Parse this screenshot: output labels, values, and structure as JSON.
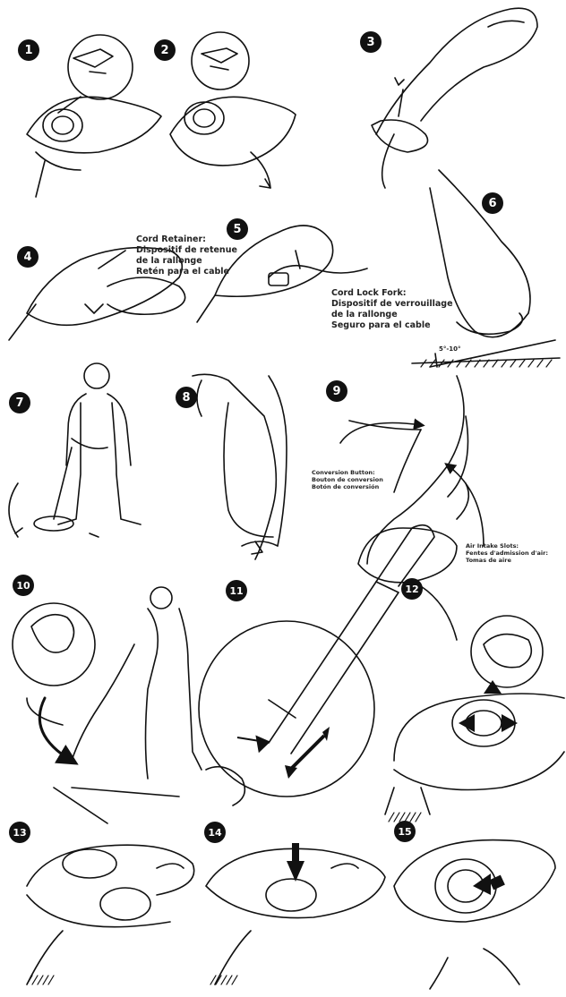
{
  "steps": [
    {
      "number": "1"
    },
    {
      "number": "2"
    },
    {
      "number": "3"
    },
    {
      "number": "4"
    },
    {
      "number": "5"
    },
    {
      "number": "6"
    },
    {
      "number": "7"
    },
    {
      "number": "8"
    },
    {
      "number": "9"
    },
    {
      "number": "10"
    },
    {
      "number": "11"
    },
    {
      "number": "12"
    },
    {
      "number": "13"
    },
    {
      "number": "14"
    },
    {
      "number": "15"
    }
  ],
  "cord_retainer": {
    "lines": [
      "Cord Retainer:",
      "Dispositif de retenue",
      "de la rallonge",
      "Retén para el cable"
    ]
  },
  "cord_lock_fork": {
    "lines": [
      "Cord Lock Fork:",
      "Dispositif de verrouillage",
      "de la rallonge",
      "Seguro para el cable"
    ]
  },
  "angle": {
    "text": "5°-10°"
  },
  "conversion_button": {
    "lines": [
      "Conversion Button:",
      "Bouton de conversion",
      "Botón de conversión"
    ]
  },
  "air_intake": {
    "lines": [
      "Air Intake Slots:",
      "Fentes d'admission d'air:",
      "Tomas de aire"
    ]
  }
}
